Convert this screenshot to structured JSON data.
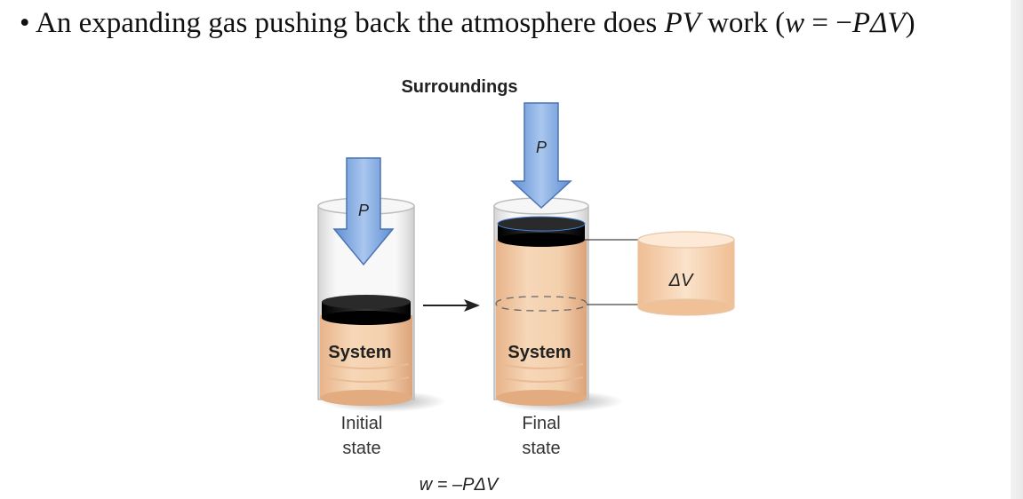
{
  "heading": {
    "bullet": "•",
    "text_before": "An expanding gas pushing back the atmosphere does ",
    "pv": "PV",
    "text_middle": " work (",
    "w": "w",
    "eq": " = −",
    "pdv": "PΔV",
    "text_after": ")"
  },
  "diagram": {
    "surroundings_label": "Surroundings",
    "pressure_label": "P",
    "system_label": "System",
    "initial_line1": "Initial",
    "initial_line2": "state",
    "final_line1": "Final",
    "final_line2": "state",
    "delta_v_label": "ΔV",
    "equation": "w = –PΔV"
  },
  "colors": {
    "gas": "#f2c9a2",
    "arrow_fill": "#7fa6dc",
    "piston": "#111111"
  }
}
